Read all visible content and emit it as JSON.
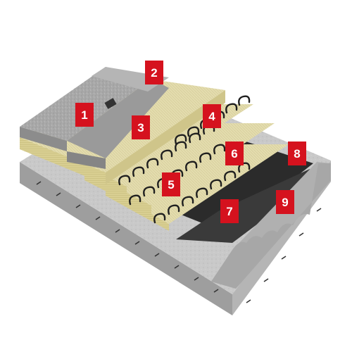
{
  "diagram": {
    "colors": {
      "marker": "#d5121e",
      "marker_text": "#ffffff",
      "concrete": "#c9c9c9",
      "membrane": "#2b2b2b",
      "insulation": "#e3dcae",
      "membrane_top": "#b0b0b0",
      "background": "#ffffff"
    },
    "markers": [
      {
        "label": "1"
      },
      {
        "label": "2"
      },
      {
        "label": "3"
      },
      {
        "label": "4"
      },
      {
        "label": "5"
      },
      {
        "label": "6"
      },
      {
        "label": "7"
      },
      {
        "label": "8"
      },
      {
        "label": "9"
      }
    ]
  }
}
